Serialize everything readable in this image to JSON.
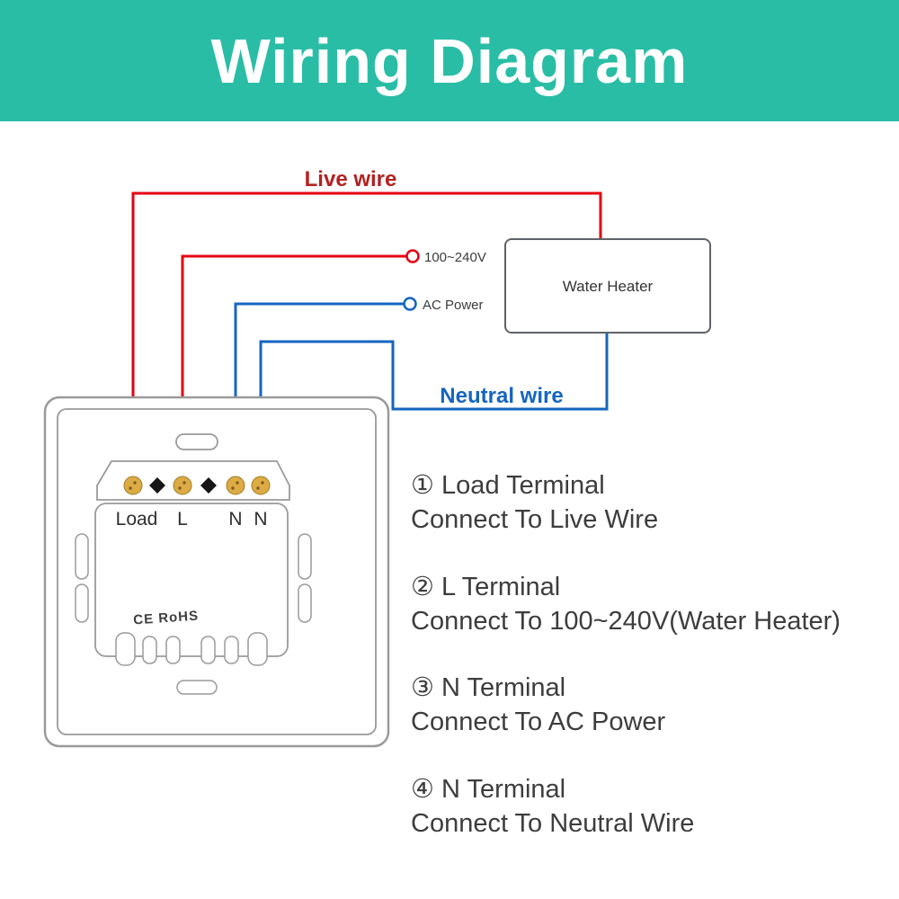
{
  "header": {
    "title": "Wiring Diagram",
    "bg_color": "#2abda6"
  },
  "colors": {
    "live_wire": "#e60012",
    "live_label": "#b22222",
    "neutral_wire": "#1565c0",
    "neutral_label": "#1565c0",
    "outline_gray": "#9a9a9a",
    "text_dark": "#3d3d3d",
    "screw_gold": "#dcab44"
  },
  "diagram": {
    "labels": {
      "live_wire": "Live wire",
      "neutral_wire": "Neutral wire",
      "voltage": "100~240V",
      "ac_power": "AC Power",
      "water_heater": "Water Heater"
    },
    "switch": {
      "terminal_labels": [
        "Load",
        "L",
        "N",
        "N"
      ],
      "certification": "CE RoHS"
    }
  },
  "terminal_notes": [
    {
      "title": "① Load Terminal",
      "desc": "Connect To Live Wire"
    },
    {
      "title": "② L Terminal",
      "desc": "Connect To 100~240V(Water Heater)"
    },
    {
      "title": "③ N Terminal",
      "desc": "Connect To AC Power"
    },
    {
      "title": "④ N Terminal",
      "desc": "Connect To Neutral Wire"
    }
  ]
}
